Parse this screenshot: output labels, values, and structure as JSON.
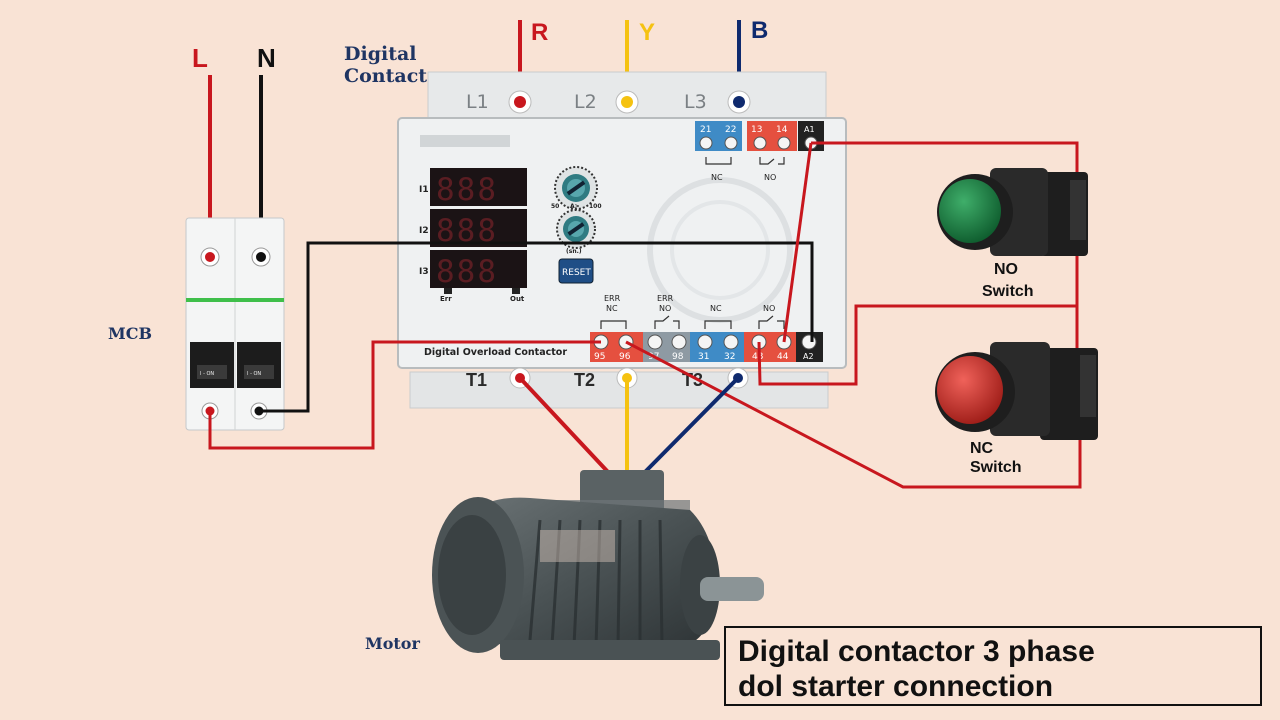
{
  "phases": {
    "r": "R",
    "y": "Y",
    "b": "B",
    "l": "L",
    "n": "N"
  },
  "labels": {
    "digital_contactor_line1": "Digital",
    "digital_contactor_line2": "Contactor",
    "mcb": "MCB",
    "motor": "Motor",
    "no_switch_line1": "NO",
    "no_switch_line2": "Switch",
    "nc_switch_line1": "NC",
    "nc_switch_line2": "Switch"
  },
  "contactor": {
    "input_terminals": [
      "L1",
      "L2",
      "L3"
    ],
    "output_terminals": [
      "T1",
      "T2",
      "T3"
    ],
    "top_terminals": [
      "21",
      "22",
      "13",
      "14",
      "A1"
    ],
    "top_group_labels": [
      "NC",
      "NO"
    ],
    "bottom_terminals": [
      "95",
      "96",
      "97",
      "98",
      "31",
      "32",
      "43",
      "44",
      "A2"
    ],
    "bottom_group_labels": [
      "ERR\nNC",
      "ERR\nNO",
      "NC",
      "NO"
    ],
    "display_rows": [
      "I1",
      "I2",
      "I3"
    ],
    "display_digits": "888",
    "display_footer": [
      "Err",
      "Out"
    ],
    "dial1_scale": [
      "50",
      "A>",
      "100"
    ],
    "dial2_scale": "(sn.)",
    "reset_button": "RESET",
    "model_label": "Digital Overload Contactor"
  },
  "mcb_handles": [
    "I - ON",
    "I - ON"
  ],
  "title": {
    "line1": "Digital contactor 3 phase",
    "line2": "dol starter connection"
  },
  "colors": {
    "red": "#c8171e",
    "yellow": "#f5c211",
    "blue": "#0f2a6e",
    "black": "#111111",
    "label_blue": "#1f3563",
    "background": "#f9e3d5"
  }
}
